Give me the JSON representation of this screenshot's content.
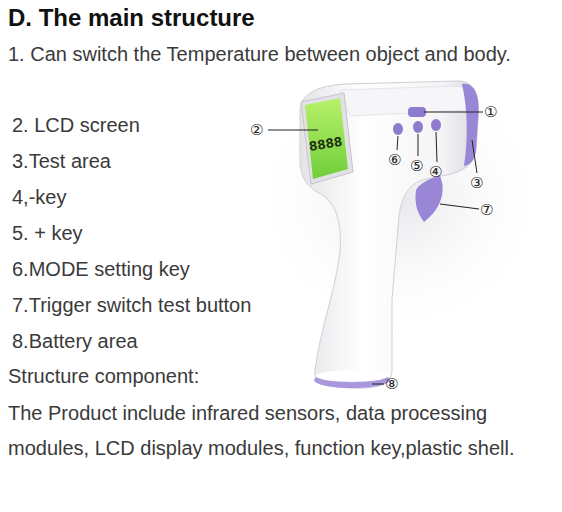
{
  "diagram": {
    "title": "D. The main structure",
    "labels": [
      "1. Can switch the Temperature between object and body.",
      "2. LCD screen",
      "3.Test area",
      "4,-key",
      "5. + key",
      "6.MODE setting key",
      "7.Trigger switch test button",
      "8.Battery area",
      "Structure component:",
      "The Product include infrared sensors, data processing modules, LCD display modules, function key,plastic shell.",
      "①",
      "②",
      "③",
      "④",
      "⑤",
      "⑥",
      "⑦",
      "⑧",
      "8888"
    ]
  }
}
